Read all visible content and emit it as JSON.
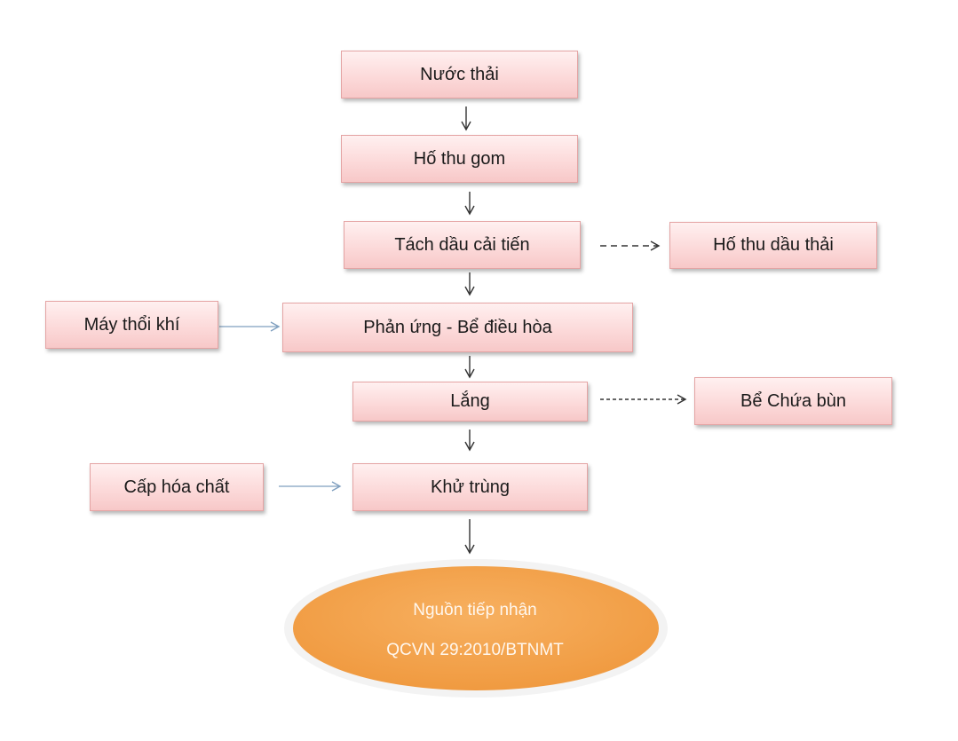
{
  "diagram": {
    "nodes": {
      "nuoc_thai": "Nước thải",
      "ho_thu_gom": "Hố thu gom",
      "tach_dau": "Tách dầu cải tiến",
      "ho_thu_dau": "Hố thu dầu thải",
      "may_thoi_khi": "Máy thổi khí",
      "phan_ung": "Phản ứng - Bể điều hòa",
      "lang": "Lắng",
      "be_chua_bun": "Bể Chứa bùn",
      "cap_hoa_chat": "Cấp hóa chất",
      "khu_trung": "Khử trùng"
    },
    "output": {
      "line1": "Nguồn tiếp nhận",
      "line2": "QCVN 29:2010/BTNMT"
    },
    "colors": {
      "box_fill": "#fcdada",
      "box_border": "#e4a3a3",
      "oval_fill": "#f4a650",
      "oval_text": "#fff7ee",
      "side_arrow": "#7f9fbf"
    }
  }
}
